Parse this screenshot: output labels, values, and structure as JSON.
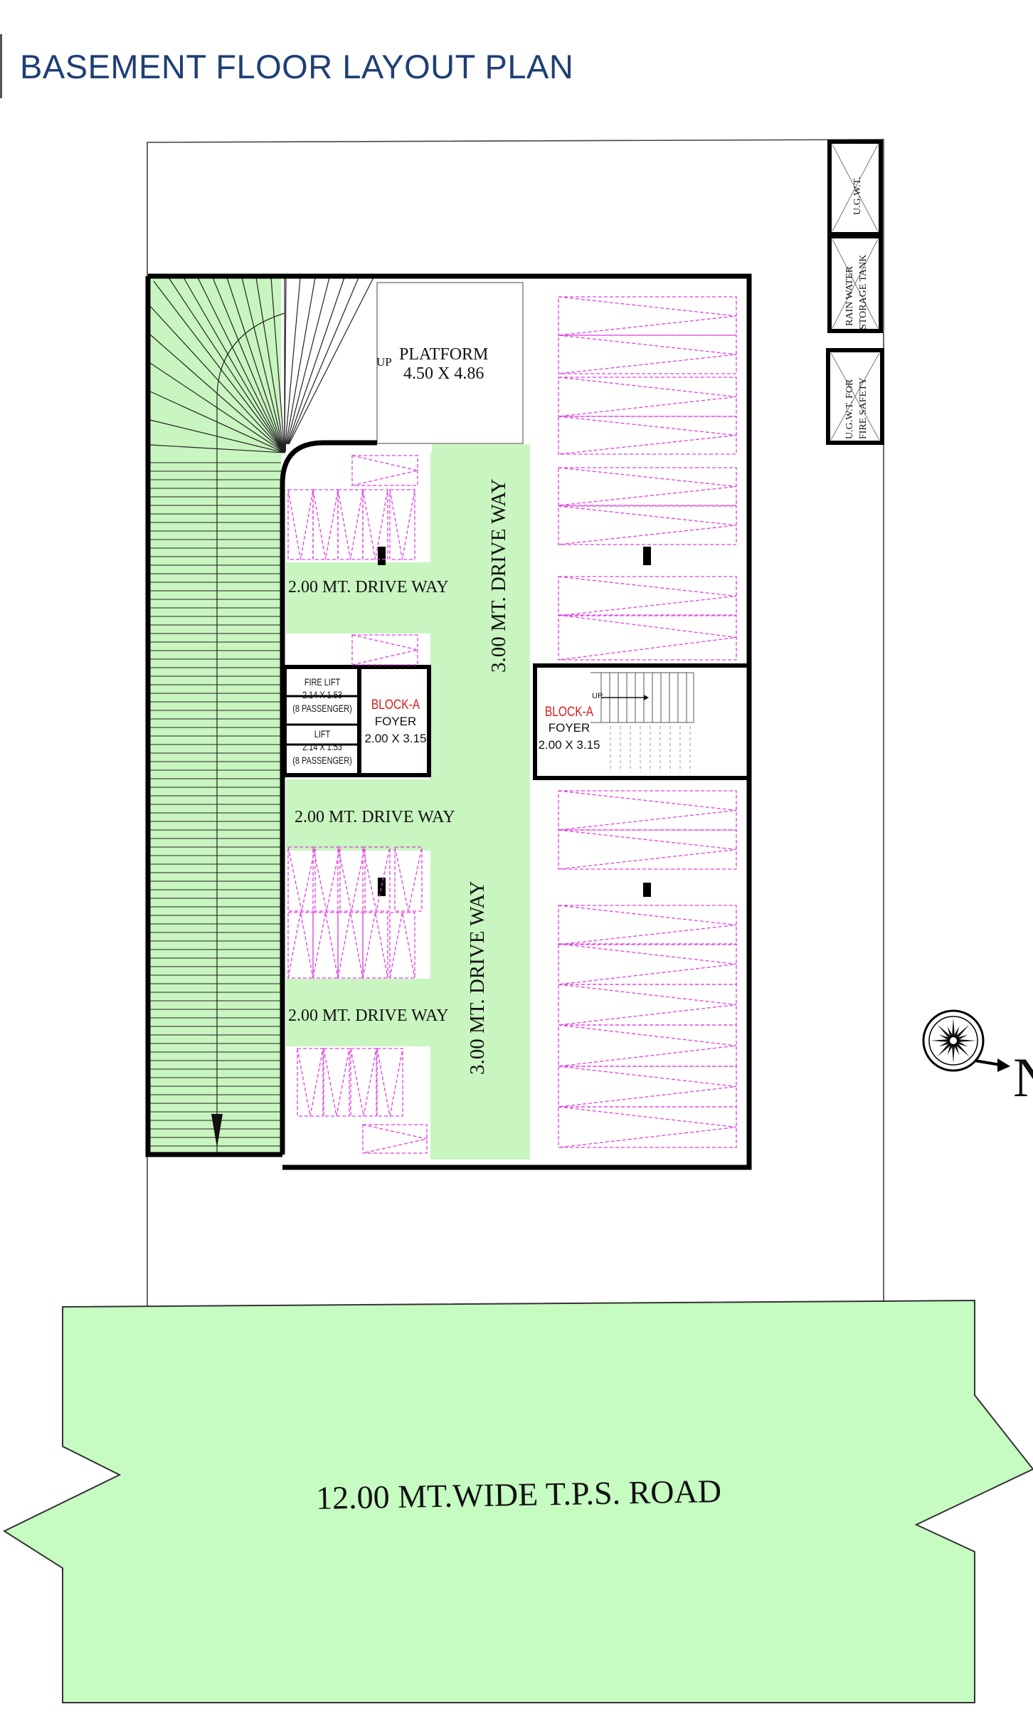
{
  "title": "BASEMENT FLOOR LAYOUT PLAN",
  "colors": {
    "title": "#1f3f74",
    "ramp_fill": "#c9f5c0",
    "road_fill": "#c6fbc2",
    "parking_outline": "#e040e0",
    "wall": "#000000",
    "block_label": "#d42020"
  },
  "plan": {
    "platform": {
      "label": "PLATFORM",
      "size": "4.50 X 4.86",
      "up": "UP"
    },
    "driveway_main_top": "3.00 MT. DRIVE WAY",
    "driveway_main_bottom": "3.00 MT. DRIVE WAY",
    "driveway_side_1": "2.00 MT. DRIVE WAY",
    "driveway_side_2": "2.00 MT. DRIVE WAY",
    "driveway_side_3": "2.00 MT. DRIVE WAY",
    "fire_lift": {
      "name": "FIRE LIFT",
      "size": "2.14 X 1.53",
      "capacity": "(8 PASSENGER)"
    },
    "lift": {
      "name": "LIFT",
      "size": "2.14 X 1.53",
      "capacity": "(8 PASSENGER)"
    },
    "foyer_left": {
      "block": "BLOCK-A",
      "name": "FOYER",
      "size": "2.00 X 3.15"
    },
    "foyer_right": {
      "block": "BLOCK-A",
      "name": "FOYER",
      "size": "2.00 X 3.15",
      "up": "UP"
    },
    "tank_ugwt": "U.G.W.T.",
    "tank_rain_line1": "RAIN WATER",
    "tank_rain_line2": "STORAGE TANK",
    "tank_fire_line1": "U.G.W.T. FOR",
    "tank_fire_line2": "FIRE SAFETY",
    "road": "12.00 MT.WIDE T.P.S. ROAD",
    "north": "N"
  }
}
